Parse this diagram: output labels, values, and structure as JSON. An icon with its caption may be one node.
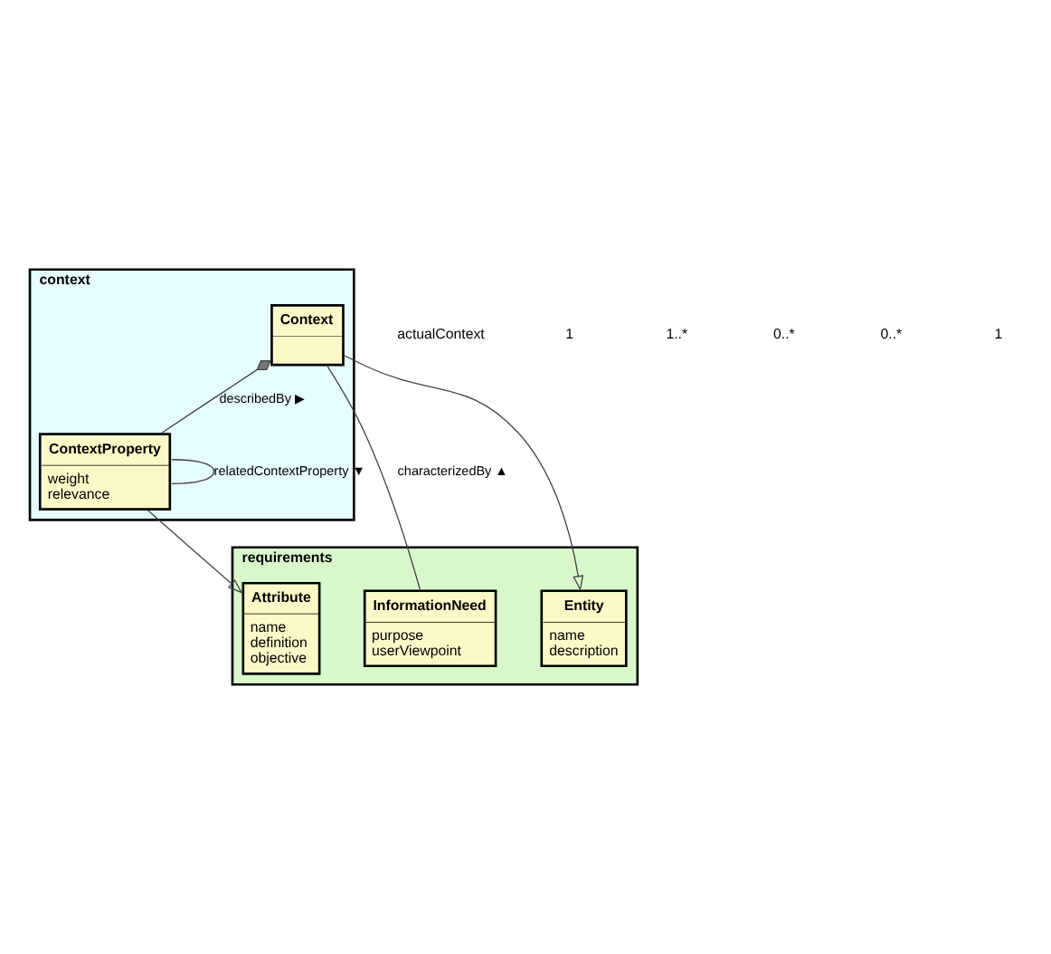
{
  "diagram": {
    "nodes": [
      {
        "text": [
          "context"
        ]
      },
      {
        "text": [
          "Context"
        ],
        "in": 0
      },
      {
        "text": [
          "ContextProperty",
          "weight",
          "relevance"
        ],
        "in": 0
      },
      {
        "text": [
          "requirements"
        ]
      },
      {
        "text": [
          "InformationNeed",
          "purpose",
          "userViewpoint"
        ],
        "in": 3
      },
      {
        "text": [
          "Entity",
          "name",
          "description"
        ],
        "in": 3
      },
      {
        "text": [
          "Attribute",
          "name",
          "definition",
          "objective"
        ],
        "in": 3
      }
    ],
    "edges": [
      {
        "from": 1,
        "to": 2,
        "arrow": "other",
        "label": "describedBy ▶"
      },
      {
        "from": 2,
        "to": 2,
        "arrow": "none",
        "label": "relatedContextProperty ▼"
      },
      {
        "from": 1,
        "to": 4,
        "arrow": "none",
        "label": "characterizedBy ▲"
      },
      {
        "from": 1,
        "to": 5,
        "arrow": "to"
      },
      {
        "from": 2,
        "to": 6,
        "arrow": "to"
      }
    ],
    "labels": [
      "actualContext",
      "1",
      "1..*",
      "0..*",
      "0..*",
      "1"
    ]
  }
}
